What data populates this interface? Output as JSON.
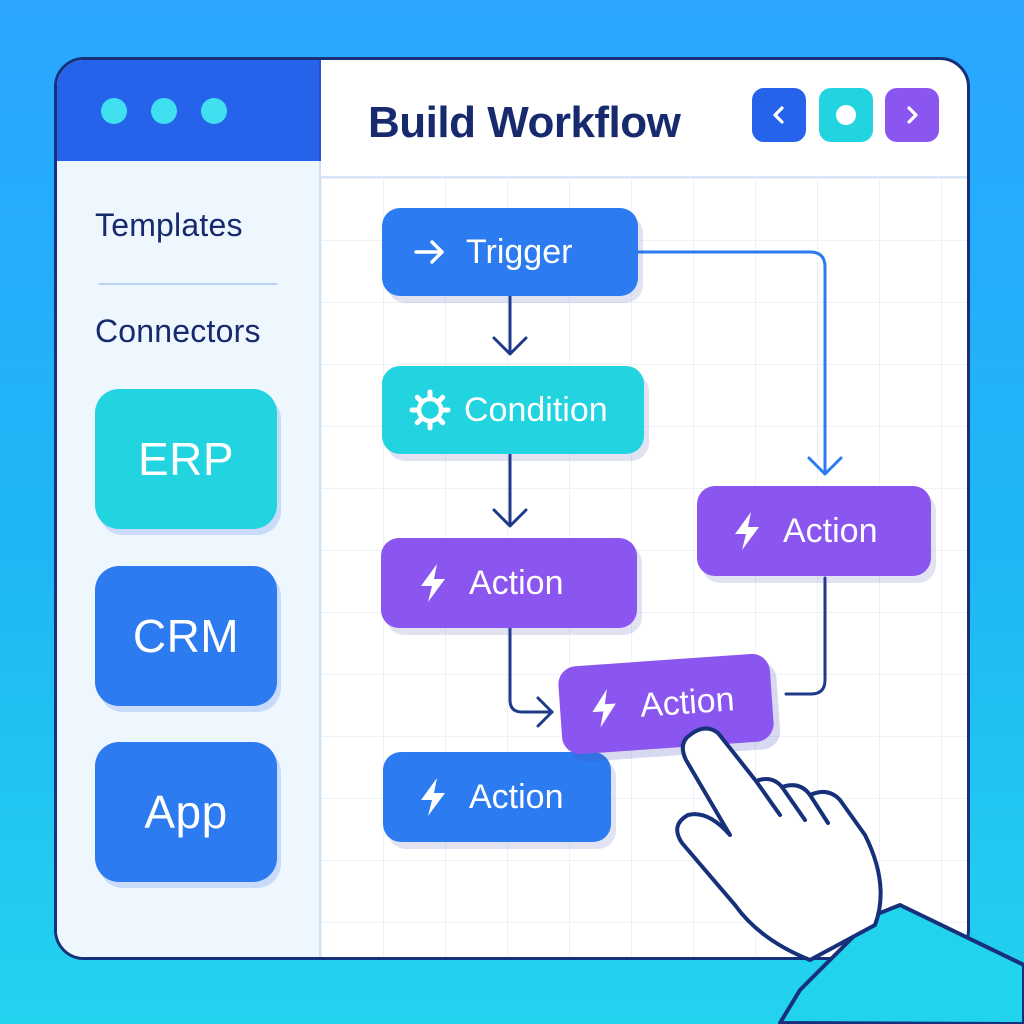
{
  "window": {
    "title": "Build Workflow",
    "controls": [
      "dot",
      "dot",
      "dot"
    ]
  },
  "header": {
    "buttons": [
      {
        "icon": "chevron-left-icon",
        "color": "#2563eb"
      },
      {
        "icon": "circle-icon",
        "color": "#22d3e0"
      },
      {
        "icon": "chevron-right-icon",
        "color": "#8b55f0"
      }
    ]
  },
  "sidebar": {
    "templates_label": "Templates",
    "connectors_label": "Connectors",
    "connectors": [
      {
        "label": "ERP",
        "color": "#22d3e0"
      },
      {
        "label": "CRM",
        "color": "#2d7bf0"
      },
      {
        "label": "App",
        "color": "#2d7bf0"
      }
    ]
  },
  "workflow": {
    "nodes": [
      {
        "id": "trigger",
        "label": "Trigger",
        "icon": "arrow-right-icon",
        "color": "#2d7bf0"
      },
      {
        "id": "condition",
        "label": "Condition",
        "icon": "gear-icon",
        "color": "#22d3e0"
      },
      {
        "id": "action-1",
        "label": "Action",
        "icon": "lightning-icon",
        "color": "#8b55f0"
      },
      {
        "id": "action-right",
        "label": "Action",
        "icon": "lightning-icon",
        "color": "#8b55f0"
      },
      {
        "id": "action-dragged",
        "label": "Action",
        "icon": "lightning-icon",
        "color": "#8b55f0"
      },
      {
        "id": "action-bottom",
        "label": "Action",
        "icon": "lightning-icon",
        "color": "#2d7bf0"
      }
    ]
  },
  "colors": {
    "background": "#2aa6ff",
    "window_border": "#16307a",
    "accent_blue": "#2d7bf0",
    "accent_teal": "#22d3e0",
    "accent_purple": "#8b55f0"
  }
}
